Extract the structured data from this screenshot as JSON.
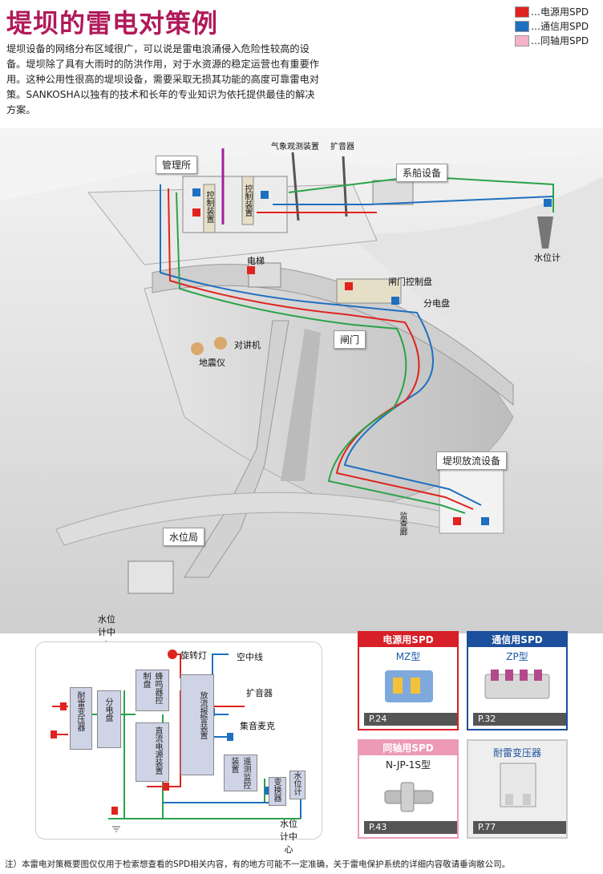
{
  "title": "堤坝的雷电对策例",
  "legend": [
    {
      "label": "…电源用SPD",
      "color": "#e0231e"
    },
    {
      "label": "…通信用SPD",
      "color": "#1e6fc0"
    },
    {
      "label": "…同轴用SPD",
      "color": "#f3b3c8"
    }
  ],
  "intro": [
    "堤坝设备的网络分布区域很广，可以说是雷电浪涌侵入危险性较高的设",
    "备。堤坝除了具有大雨时的防洪作用，对于水资源的稳定运营也有重要作",
    "用。这种公用性很高的堤坝设备，需要采取无损其功能的高度可靠雷电对",
    "策。SANKOSHA以独有的技术和长年的专业知识为依托提供最佳的解决",
    "方案。"
  ],
  "scene": {
    "management": "管理所",
    "control1": "控制装置",
    "control2": "控制装置",
    "weather": "气象观测装置",
    "speaker": "扩音器",
    "mooring": "系船设备",
    "water_gauge": "水位计",
    "elevator": "电梯",
    "gate_panel": "闸门控制盘",
    "distribution": "分电盘",
    "gate": "闸门",
    "intercom": "对讲机",
    "seismo": "地震仪",
    "discharge": "堤坝放流设备",
    "monitor": "监查廊",
    "station": "水位局",
    "center": "水位计中心"
  },
  "diagram": {
    "rotating_light": "旋转灯",
    "overhead_line": "空中线",
    "speaker": "扩音器",
    "mic": "集音麦克",
    "transformer": "耐雷变压器",
    "panel": "分电盘",
    "buzzer": "蜂鸣器控制盘",
    "dc_power": "直流电源装置",
    "broadcast": "放流报警装置",
    "monitor_ctrl": "遥测监控装置",
    "converter": "变换器",
    "gauge": "水位计",
    "center": "水位计中心"
  },
  "products": [
    {
      "header": "电源用SPD",
      "model": "MZ型",
      "page": "P.24",
      "color": "#d71f28"
    },
    {
      "header": "通信用SPD",
      "model": "ZP型",
      "page": "P.32",
      "color": "#1c4f9c"
    },
    {
      "header": "同轴用SPD",
      "model": "N-JP-1S型",
      "page": "P.43",
      "color": "#ec9ab6"
    },
    {
      "header": "耐雷变压器",
      "model": "",
      "page": "P.77",
      "color": "#c8c8c8"
    }
  ],
  "note": "注）本雷电对策概要图仅仅用于检索想查看的SPD相关内容，有的地方可能不一定准确，关于雷电保护系统的详细内容敬请垂询敝公司。"
}
